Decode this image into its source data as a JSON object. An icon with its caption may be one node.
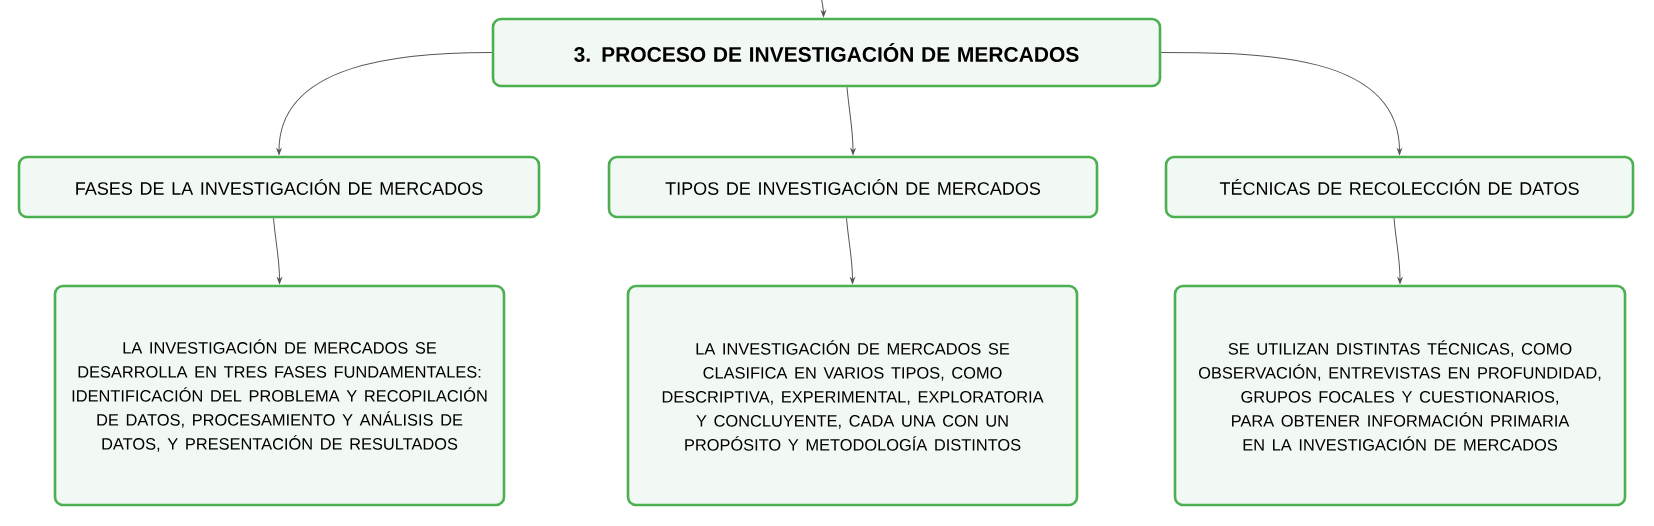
{
  "diagram": {
    "nodes": [
      {
        "text": [
          "3. PROCESO DE INVESTIGACIÓN DE MERCADOS"
        ]
      },
      {
        "text": [
          "FASES DE LA INVESTIGACIÓN DE MERCADOS"
        ]
      },
      {
        "text": [
          "TIPOS DE INVESTIGACIÓN DE MERCADOS"
        ]
      },
      {
        "text": [
          "TÉCNICAS DE RECOLECCIÓN DE DATOS"
        ]
      },
      {
        "text": [
          "LA INVESTIGACIÓN DE MERCADOS SE DESARROLLA EN TRES FASES FUNDAMENTALES: IDENTIFICACIÓN DEL PROBLEMA Y RECOPILACIÓN DE DATOS, PROCESAMIENTO Y ANÁLISIS DE DATOS, Y PRESENTACIÓN DE RESULTADOS"
        ]
      },
      {
        "text": [
          "LA INVESTIGACIÓN DE MERCADOS SE CLASIFICA EN VARIOS TIPOS, COMO DESCRIPTIVA, EXPERIMENTAL, EXPLORATORIA Y CONCLUYENTE, CADA UNA CON UN PROPÓSITO Y METODOLOGÍA DISTINTOS"
        ]
      },
      {
        "text": [
          "SE UTILIZAN DISTINTAS TÉCNICAS, COMO OBSERVACIÓN, ENTREVISTAS EN PROFUNDIDAD, GRUPOS FOCALES Y CUESTIONARIOS, PARA OBTENER INFORMACIÓN PRIMARIA EN LA INVESTIGACIÓN DE MERCADOS"
        ]
      }
    ],
    "edges": [
      {
        "from": null,
        "to": 0,
        "arrow": "to"
      },
      {
        "from": 0,
        "to": 1,
        "arrow": "to"
      },
      {
        "from": 0,
        "to": 2,
        "arrow": "to"
      },
      {
        "from": 0,
        "to": 3,
        "arrow": "to"
      },
      {
        "from": 1,
        "to": 4,
        "arrow": "to"
      },
      {
        "from": 2,
        "to": 5,
        "arrow": "to"
      },
      {
        "from": 3,
        "to": 6,
        "arrow": "to"
      }
    ]
  }
}
